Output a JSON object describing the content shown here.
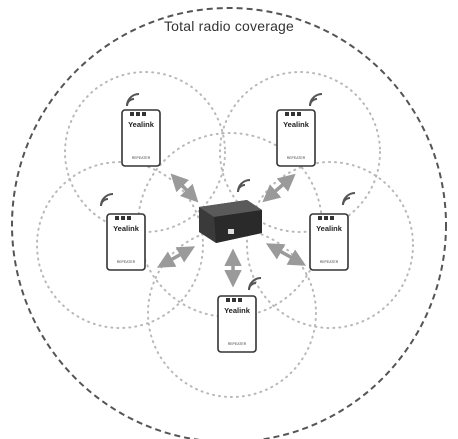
{
  "title": "Total radio coverage",
  "repeater": {
    "brand": "Yealink",
    "label": "REPEATER"
  },
  "colors": {
    "outer_boundary": "#555555",
    "coverage_dots": "#b8b8b8",
    "arrows": "#9a9a9a",
    "device_outline": "#333333",
    "base_station": "#3a3a3a"
  },
  "icons": {
    "signal": "wifi-signal-icon",
    "base_station": "dect-base-station-icon",
    "repeater": "dect-repeater-icon"
  },
  "repeaters": [
    {
      "id": "top-left"
    },
    {
      "id": "top-right"
    },
    {
      "id": "left"
    },
    {
      "id": "right"
    },
    {
      "id": "bottom"
    }
  ]
}
